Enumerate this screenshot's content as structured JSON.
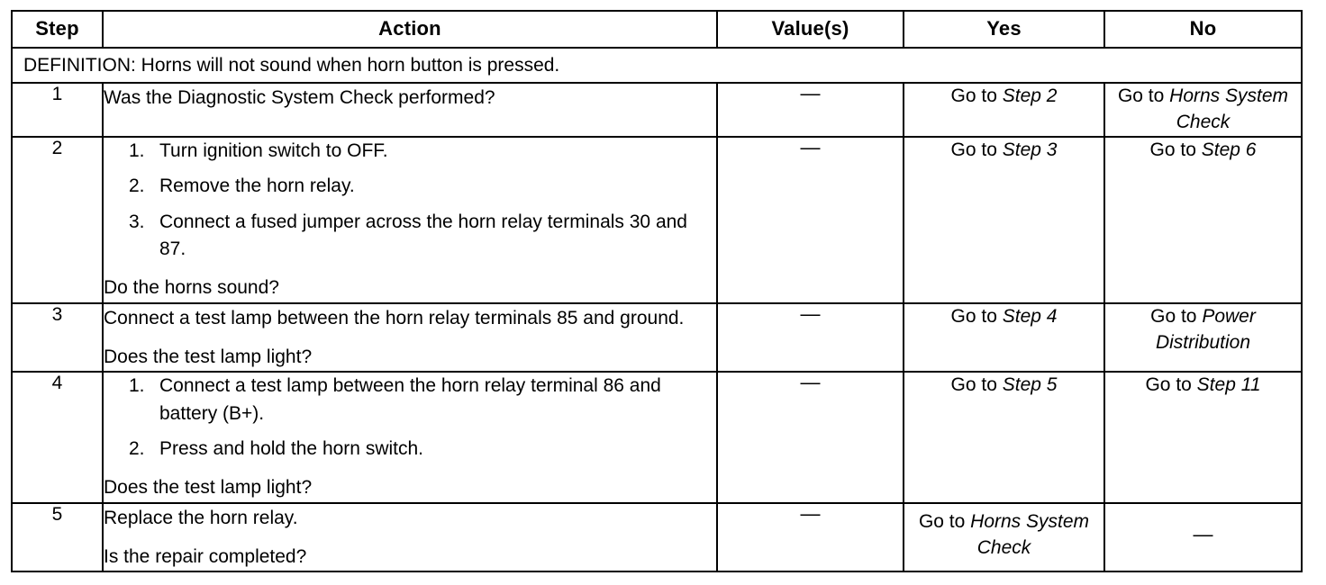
{
  "table": {
    "columns": [
      {
        "key": "step",
        "label": "Step"
      },
      {
        "key": "action",
        "label": "Action"
      },
      {
        "key": "value",
        "label": "Value(s)"
      },
      {
        "key": "yes",
        "label": "Yes"
      },
      {
        "key": "no",
        "label": "No"
      }
    ],
    "definition": "DEFINITION: Horns will not sound when horn button is pressed.",
    "dash": "—",
    "goto_prefix": "Go to ",
    "rows": [
      {
        "step": "1",
        "action": {
          "lead": "Was the Diagnostic System Check performed?",
          "list": [],
          "tail": ""
        },
        "value": "—",
        "yes": {
          "prefix": "Go to ",
          "dest": "Step 2",
          "align": "bottom"
        },
        "no": {
          "prefix": "Go to ",
          "dest": "Horns System Check",
          "align": "bottom"
        }
      },
      {
        "step": "2",
        "action": {
          "lead": "",
          "list": [
            {
              "num": "1.",
              "text": "Turn ignition switch to OFF."
            },
            {
              "num": "2.",
              "text": "Remove the horn relay."
            },
            {
              "num": "3.",
              "text": "Connect a fused jumper across the horn relay terminals 30 and 87."
            }
          ],
          "tail": "Do the horns sound?"
        },
        "value": "—",
        "yes": {
          "prefix": "Go to ",
          "dest": "Step 3",
          "align": "bottom"
        },
        "no": {
          "prefix": "Go to ",
          "dest": "Step 6",
          "align": "bottom"
        }
      },
      {
        "step": "3",
        "action": {
          "lead": "Connect a test lamp between the horn relay terminals 85 and ground.",
          "list": [],
          "tail": "Does the test lamp light?"
        },
        "value": "—",
        "yes": {
          "prefix": "Go to ",
          "dest": "Step 4",
          "align": "bottom"
        },
        "no": {
          "prefix": "Go to ",
          "dest": "Power Distribution",
          "align": "bottom"
        }
      },
      {
        "step": "4",
        "action": {
          "lead": "",
          "list": [
            {
              "num": "1.",
              "text": "Connect a test lamp between the horn relay terminal 86 and battery (B+)."
            },
            {
              "num": "2.",
              "text": "Press and hold the horn switch."
            }
          ],
          "tail": "Does the test lamp light?"
        },
        "value": "—",
        "yes": {
          "prefix": "Go to ",
          "dest": "Step 5",
          "align": "bottom"
        },
        "no": {
          "prefix": "Go to ",
          "dest": "Step 11",
          "align": "bottom"
        }
      },
      {
        "step": "5",
        "action": {
          "lead": "Replace the horn relay.",
          "list": [],
          "tail": "Is the repair completed?"
        },
        "value": "—",
        "yes": {
          "prefix": "Go to ",
          "dest": "Horns System Check",
          "align": "middle"
        },
        "no": {
          "prefix": "",
          "dest": "",
          "plain": "—",
          "align": "middle"
        }
      }
    ]
  },
  "colors": {
    "ink": "#000000",
    "paper": "#ffffff"
  }
}
